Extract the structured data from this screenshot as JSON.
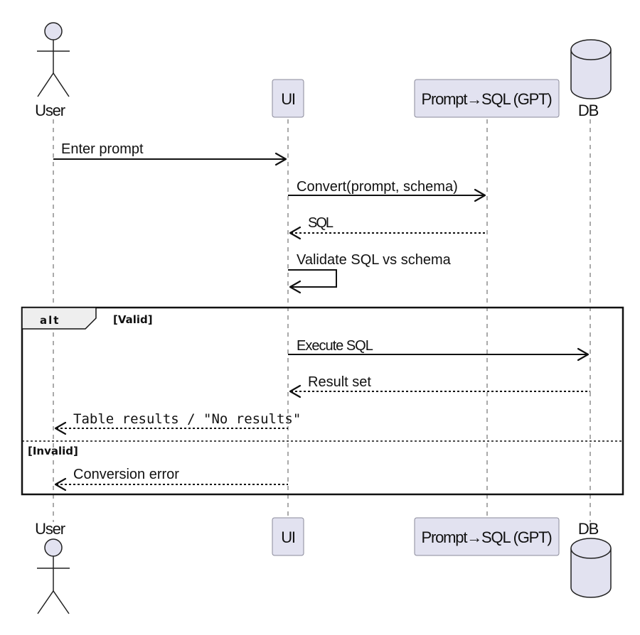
{
  "participants": {
    "user": "User",
    "ui": "UI",
    "gpt": "Prompt→SQL (GPT)",
    "db": "DB"
  },
  "messages": {
    "enter_prompt": "Enter prompt",
    "convert": "Convert(prompt, schema)",
    "sql": "SQL",
    "validate": "Validate SQL vs schema",
    "execute": "Execute SQL",
    "result_set": "Result set",
    "table_results": "Table results / \"No results\"",
    "conversion_error": "Conversion error"
  },
  "alt_frame": {
    "keyword": "alt",
    "valid_guard": "[Valid]",
    "invalid_guard": "[Invalid]"
  }
}
